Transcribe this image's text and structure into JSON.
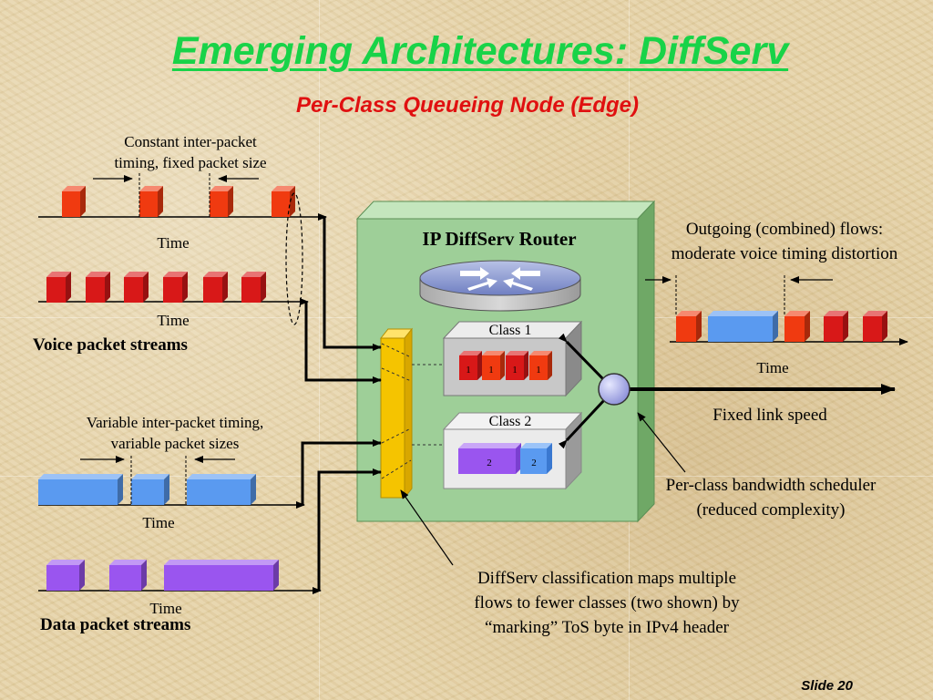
{
  "title": "Emerging Architectures: DiffServ",
  "subtitle": "Per-Class Queueing Node (Edge)",
  "voice": {
    "note": "Constant inter-packet\ntiming, fixed packet size",
    "time_label_1": "Time",
    "time_label_2": "Time",
    "streams_label": "Voice packet streams"
  },
  "data": {
    "note": "Variable inter-packet timing,\nvariable packet sizes",
    "time_label_1": "Time",
    "time_label_2": "Time",
    "streams_label": "Data packet streams"
  },
  "router": {
    "title": "IP DiffServ Router",
    "class1_label": "Class 1",
    "class2_label": "Class 2",
    "class1_marks": [
      "1",
      "1",
      "1",
      "1"
    ],
    "class2_marks": [
      "2",
      "2"
    ]
  },
  "outgoing": {
    "label": "Outgoing (combined) flows:\nmoderate voice timing distortion",
    "time_label": "Time",
    "link_label": "Fixed link speed"
  },
  "scheduler_label": "Per-class bandwidth scheduler\n(reduced complexity)",
  "classification_label": "DiffServ classification maps multiple\nflows to fewer classes (two shown) by\n“marking” ToS byte in IPv4 header",
  "slide_number": "Slide 20",
  "colors": {
    "title": "#18d348",
    "subtitle": "#e01010",
    "voice_packet": "#d81818",
    "voice_packet_bright": "#f03a10",
    "data_blue": "#5a9af0",
    "data_purple": "#9a55ef",
    "router_box": "#9ecf98",
    "classifier": "#f5c400"
  }
}
